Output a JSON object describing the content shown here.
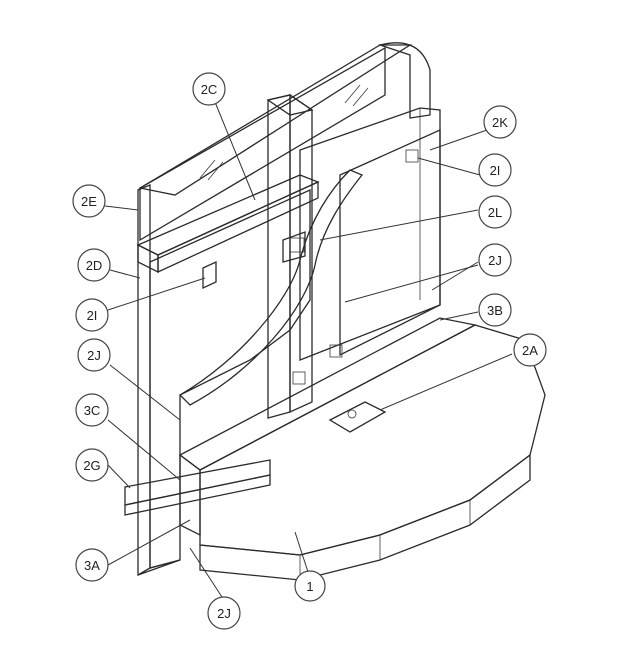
{
  "callouts": [
    {
      "id": "c2C",
      "text": "2C"
    },
    {
      "id": "c2K",
      "text": "2K"
    },
    {
      "id": "c2E",
      "text": "2E"
    },
    {
      "id": "c2I_top",
      "text": "2I"
    },
    {
      "id": "c2L",
      "text": "2L"
    },
    {
      "id": "c2D",
      "text": "2D"
    },
    {
      "id": "c2J_right",
      "text": "2J"
    },
    {
      "id": "c2I_left",
      "text": "2I"
    },
    {
      "id": "c3B",
      "text": "3B"
    },
    {
      "id": "c2J_left",
      "text": "2J"
    },
    {
      "id": "c2A",
      "text": "2A"
    },
    {
      "id": "c3C",
      "text": "3C"
    },
    {
      "id": "c2G",
      "text": "2G"
    },
    {
      "id": "c3A",
      "text": "3A"
    },
    {
      "id": "c1",
      "text": "1"
    },
    {
      "id": "c2J_bottom",
      "text": "2J"
    }
  ],
  "colors": {
    "line": "#2b2b2b",
    "stipple": "#bdbdbd",
    "dark_band": "#2a2a2a",
    "background": "#ffffff"
  }
}
